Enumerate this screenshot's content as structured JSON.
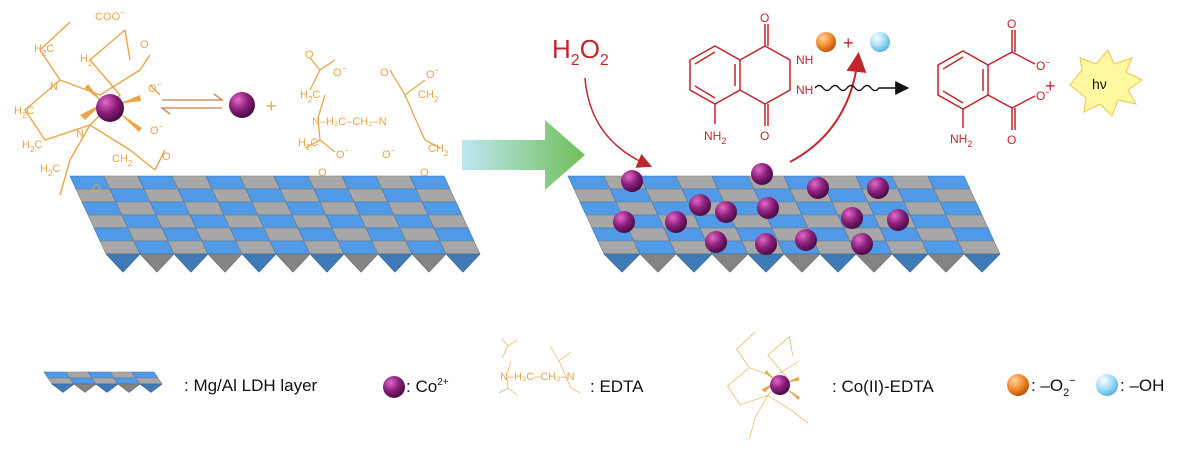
{
  "reagent": {
    "text": "H",
    "sub1": "2",
    "mid": "O",
    "sub2": "2"
  },
  "plus_signs": {
    "left": "+",
    "top": "+",
    "right1": "+",
    "right2": "+"
  },
  "product_light": "hν",
  "chem_labels": {
    "coo": "COO",
    "minus": "−",
    "h2c": "H",
    "h2c_sub": "2",
    "c": "C",
    "n": "N",
    "o": "O",
    "nh": "NH",
    "nh2": "NH",
    "h2_chain": "N–H₂C–CH₂–N"
  },
  "legend": {
    "ldh_label": ": Mg/Al LDH layer",
    "co_label": ": Co",
    "co_sup": "2+",
    "edta_label": ": EDTA",
    "coedta_label": ": Co(II)-EDTA",
    "o2_label_pre": ": –O",
    "o2_sub": "2",
    "o2_sup": "−",
    "oh_label": ": –OH"
  },
  "colors": {
    "ligand": "#e8a64a",
    "luminol": "#c0272d",
    "cobalt": "#8b1f7a",
    "ldh_blue": "#4b8fd6",
    "ldh_gray": "#9b9b9b",
    "superoxide": "#f08a2a",
    "hydroxyl": "#8fd3f0",
    "arrow_green": "#79c36a"
  },
  "icons": {
    "equilibrium": "equilibrium-arrow-icon",
    "process_arrow": "big-process-arrow-icon",
    "wavy": "wavy-reaction-arrow-icon",
    "burst": "light-burst-icon"
  }
}
